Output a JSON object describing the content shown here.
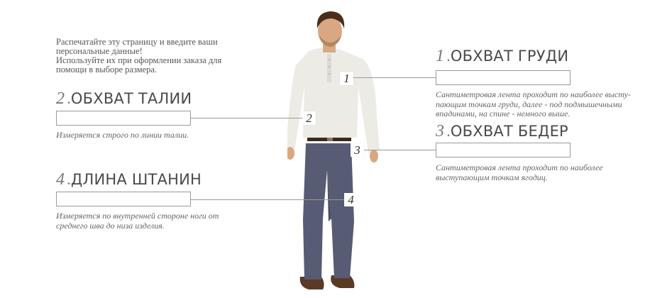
{
  "intro": {
    "lines": [
      "Распечатайте эту страницу и введите ваши",
      "персональные данные!",
      "Используйте их при оформлении заказа для",
      "помощи в выборе размера."
    ]
  },
  "measurements": [
    {
      "number": "1",
      "title": "ОБХВАТ ГРУДИ",
      "value": "",
      "description": [
        "Сантиметровая лента проходит по наиболее выcту-",
        "пающим точкам груди, далее - под подмышечными",
        "впадинами, на спине - немного выше."
      ]
    },
    {
      "number": "2",
      "title": "ОБХВАТ ТАЛИИ",
      "value": "",
      "description": [
        "Измеряется строго по линии талии."
      ]
    },
    {
      "number": "3",
      "title": "ОБХВАТ БЕДЕР",
      "value": "",
      "description": [
        "Сантиметровая лента проходит по наиболее",
        "выступающим точкам ягодиц."
      ]
    },
    {
      "number": "4",
      "title": "ДЛИНА ШТАНИН",
      "value": "",
      "description": [
        "Измеряется по внутренней стороне ноги от",
        "среднего шва до низа изделия."
      ]
    }
  ],
  "colors": {
    "shirt": "#ecebe6",
    "pants": "#575b73",
    "skin": "#d9a883",
    "hair": "#4a2e1c",
    "shoes": "#5a3a24",
    "belt": "#3a2a1e",
    "line": "#9a9a9a"
  }
}
